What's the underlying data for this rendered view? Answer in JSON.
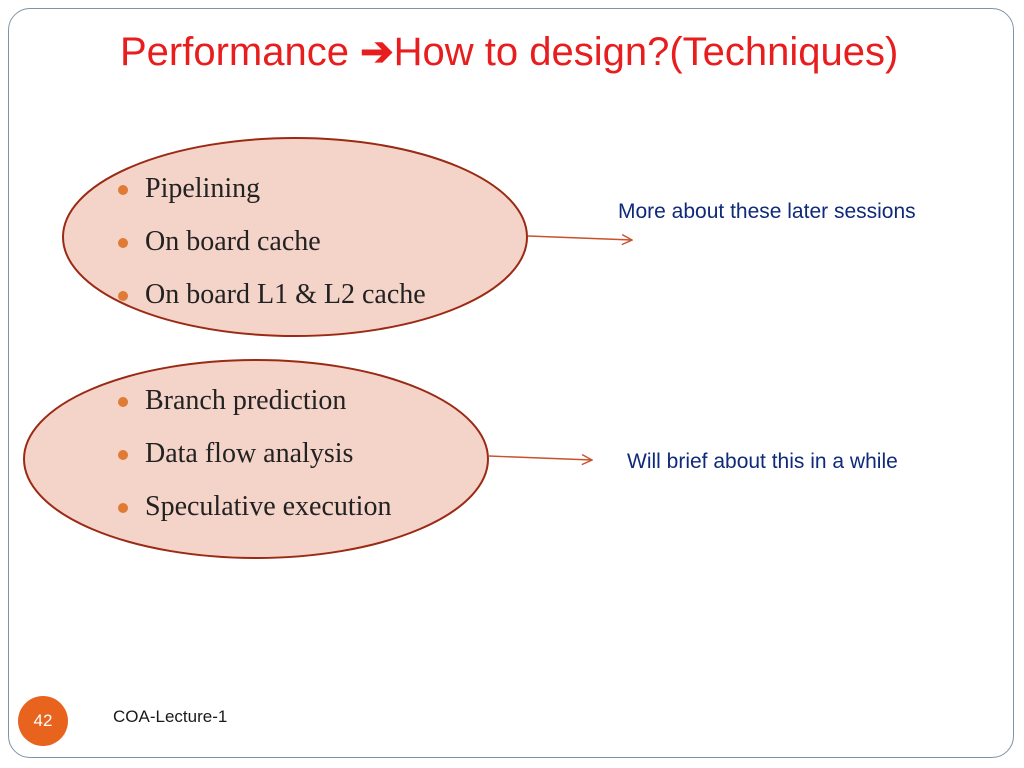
{
  "slide": {
    "title_before": "Performance ",
    "title_arrow": "➔",
    "title_after": "How to design?(Techniques)",
    "group_1": {
      "items": [
        "Pipelining",
        "On board cache",
        "On board L1 & L2 cache"
      ],
      "note": "More about these later sessions"
    },
    "group_2": {
      "items": [
        "Branch prediction",
        "Data flow analysis",
        "Speculative execution"
      ],
      "note": "Will brief about this in a while"
    },
    "slide_number": "42",
    "footer": "COA-Lecture-1"
  },
  "colors": {
    "title": "#e81e1e",
    "ellipse_fill": "#f4d3c8",
    "ellipse_stroke": "#9b2a14",
    "arrow": "#c9512e",
    "bullet": "#e07b36",
    "note_text": "#0f2a7a",
    "slide_number_badge": "#e8641e",
    "frame_border": "#7f93a8"
  },
  "icons": {
    "title_arrow": "right-arrow-icon",
    "bullet": "round-bullet-icon",
    "connector": "thin-arrow-icon"
  }
}
